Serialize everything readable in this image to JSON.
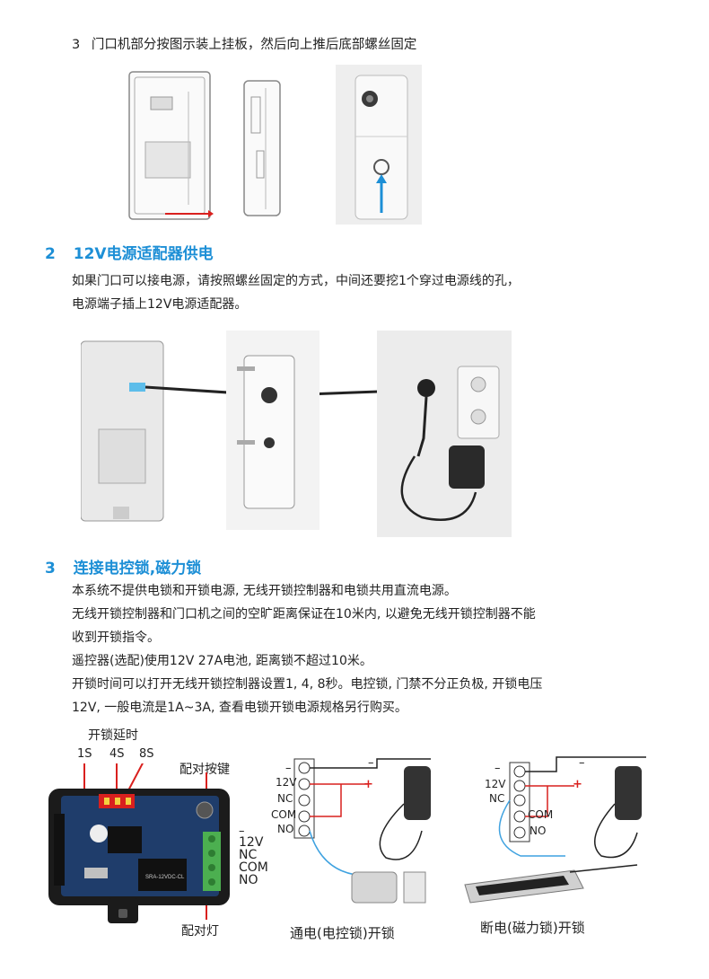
{
  "step3_line": {
    "num": "3",
    "text": "门口机部分按图示装上挂板，然后向上推后底部螺丝固定"
  },
  "section2": {
    "num": "2",
    "title": "12V电源适配器供电",
    "para_line1": "如果门口可以接电源，请按照螺丝固定的方式，中间还要挖1个穿过电源线的孔，",
    "para_line2": "电源端子插上12V电源适配器。"
  },
  "section3": {
    "num": "3",
    "title": "连接电控锁,磁力锁",
    "lines": [
      "本系统不提供电锁和开锁电源, 无线开锁控制器和电锁共用直流电源。",
      "无线开锁控制器和门口机之间的空旷距离保证在10米内, 以避免无线开锁控制器不能",
      "收到开锁指令。",
      "遥控器(选配)使用12V 27A电池, 距离锁不超过10米。",
      "开锁时间可以打开无线开锁控制器设置1, 4, 8秒。电控锁, 门禁不分正负极, 开锁电压",
      "12V, 一般电流是1A~3A, 查看电锁开锁电源规格另行购买。"
    ]
  },
  "diagram": {
    "delay_title": "开锁延时",
    "delay_1s": "1S",
    "delay_4s": "4S",
    "delay_8s": "8S",
    "pair_button": "配对按键",
    "pair_light": "配对灯",
    "terminals": [
      "12V",
      "NC",
      "COM",
      "NO"
    ],
    "minus": "–",
    "plus": "+",
    "caption_left": "通电(电控锁)开锁",
    "caption_right": "断电(磁力锁)开锁",
    "board_chip_text": "SRA-12VDC-CL"
  },
  "colors": {
    "accent": "#1d8fd6",
    "wire_red": "#d9201e",
    "wire_blue": "#3fa2e0",
    "board": "#1f3d6b"
  }
}
